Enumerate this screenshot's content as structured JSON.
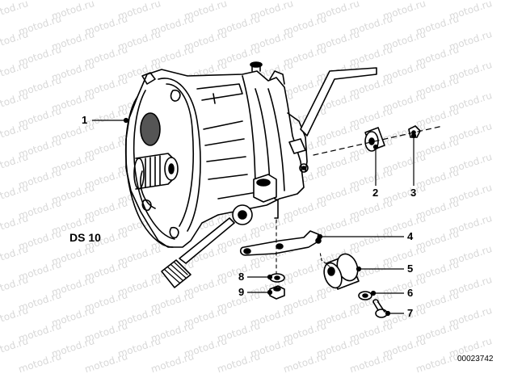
{
  "diagram": {
    "model_label": "DS 10",
    "diagram_id": "00023742",
    "watermark_text": "motod.ru",
    "callouts": [
      "1",
      "2",
      "3",
      "4",
      "5",
      "6",
      "7",
      "8",
      "9"
    ]
  }
}
